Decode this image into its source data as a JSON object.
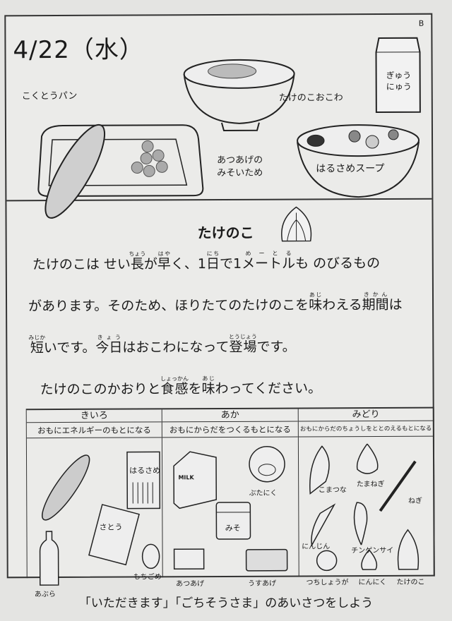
{
  "header": {
    "corner_mark": "B",
    "date": "4/22（水）"
  },
  "menu": {
    "bread": "こくとうパン",
    "okowa": "たけのこおこわ",
    "milk": "ぎゅう\nにゅう",
    "atsuage": [
      "あつあげの",
      "みそいため"
    ],
    "soup": "はるさめスープ"
  },
  "article": {
    "title": "たけのこ",
    "lines": [
      [
        {
          "t": "たけのこは せい"
        },
        {
          "t": "長",
          "r": "ちょう"
        },
        {
          "t": "が"
        },
        {
          "t": "早",
          "r": "はや"
        },
        {
          "t": "く、1"
        },
        {
          "t": "日",
          "r": "にち"
        },
        {
          "t": "で1"
        },
        {
          "t": "メートル",
          "r": "めーとる"
        },
        {
          "t": "も のびるもの"
        }
      ],
      [
        {
          "t": "があります。そのため、ほりたてのたけのこを"
        },
        {
          "t": "味",
          "r": "あじ"
        },
        {
          "t": "わえる"
        },
        {
          "t": "期間",
          "r": "きかん"
        },
        {
          "t": "は"
        }
      ],
      [
        {
          "t": "短",
          "r": "みじか"
        },
        {
          "t": "いです。"
        },
        {
          "t": "今日",
          "r": "きょう"
        },
        {
          "t": "はおこわになって"
        },
        {
          "t": "登場",
          "r": "とうじょう"
        },
        {
          "t": "です。"
        }
      ],
      [
        {
          "t": "たけのこのかおりと"
        },
        {
          "t": "食感",
          "r": "しょっかん"
        },
        {
          "t": "を"
        },
        {
          "t": "味",
          "r": "あじ"
        },
        {
          "t": "わってください。"
        }
      ]
    ]
  },
  "groups": [
    {
      "name": "きいろ",
      "desc": "おもにエネルギーのもとになる",
      "foods": [
        "はるさめ",
        "さとう",
        "あぶら",
        "もちごめ"
      ],
      "pack_labels": [
        "はるさめ",
        "さとう"
      ]
    },
    {
      "name": "あか",
      "desc": "おもにからだをつくるもとになる",
      "foods": [
        "ぶたにく",
        "あつあげ",
        "うすあげ"
      ],
      "pack_labels": [
        "MILK",
        "みそ"
      ]
    },
    {
      "name": "みどり",
      "desc": "おもにからだのちょうしをととのえるもとになる",
      "foods": [
        "こまつな",
        "たまねぎ",
        "ねぎ",
        "にんじん",
        "チンゲンサイ",
        "つちしょうが",
        "にんにく",
        "たけのこ"
      ]
    }
  ],
  "footer": "「いただきます」「ごちそうさま」のあいさつをしよう"
}
